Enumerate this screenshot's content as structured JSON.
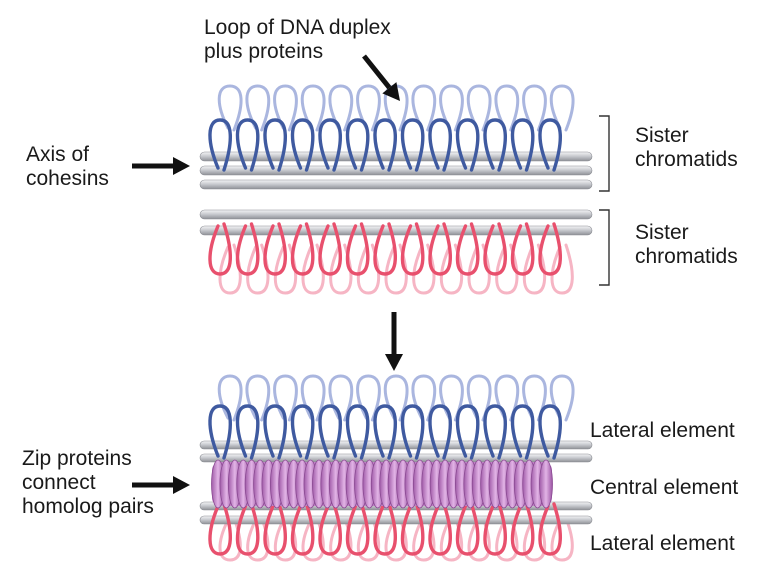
{
  "labels": {
    "loop": [
      "Loop of DNA duplex",
      "plus proteins"
    ],
    "axis": [
      "Axis of",
      "cohesins"
    ],
    "sister_top": [
      "Sister",
      "chromatids"
    ],
    "sister_bottom": [
      "Sister",
      "chromatids"
    ],
    "zip": [
      "Zip proteins",
      "connect",
      "homolog pairs"
    ],
    "lateral_top": "Lateral element",
    "central": "Central element",
    "lateral_bottom": "Lateral element"
  },
  "colors": {
    "blue_loop": "#3f5aa0",
    "blue_loop_faded": "#aab6df",
    "pink_loop": "#e8506d",
    "pink_loop_faded": "#f6b5c4",
    "axis_rod": "#c7c9ce",
    "central_element": "#c282c8",
    "arrow": "#111111",
    "text": "#1a1a1a"
  },
  "loops_per_row": 13,
  "central_ovals": 40
}
